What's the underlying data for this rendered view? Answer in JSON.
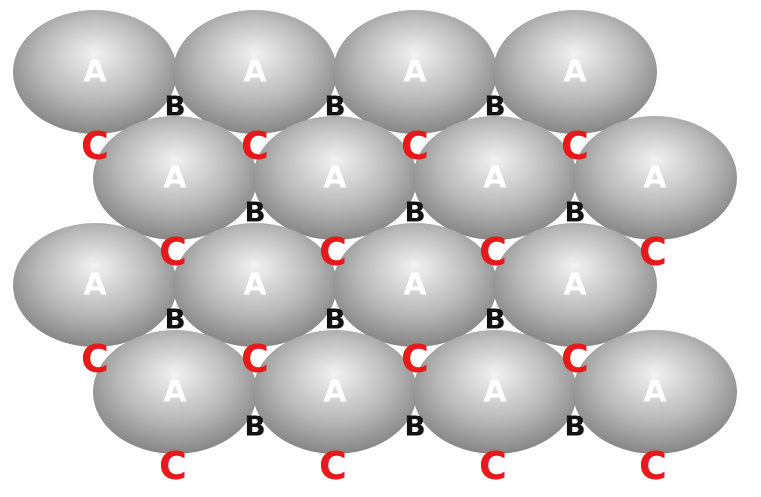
{
  "labels": {
    "sphere": "A",
    "linker": "B",
    "hook": "C"
  },
  "grid": {
    "rows": 4,
    "spheres_per_row": 4
  },
  "colors": {
    "sphere_light": "#f2f2f2",
    "sphere_mid": "#b9b9b9",
    "sphere_dark": "#7e7e7e",
    "sphere_text": "#ffffff",
    "linker": "#111111",
    "hook": "#e8191a",
    "background": "#ffffff"
  }
}
